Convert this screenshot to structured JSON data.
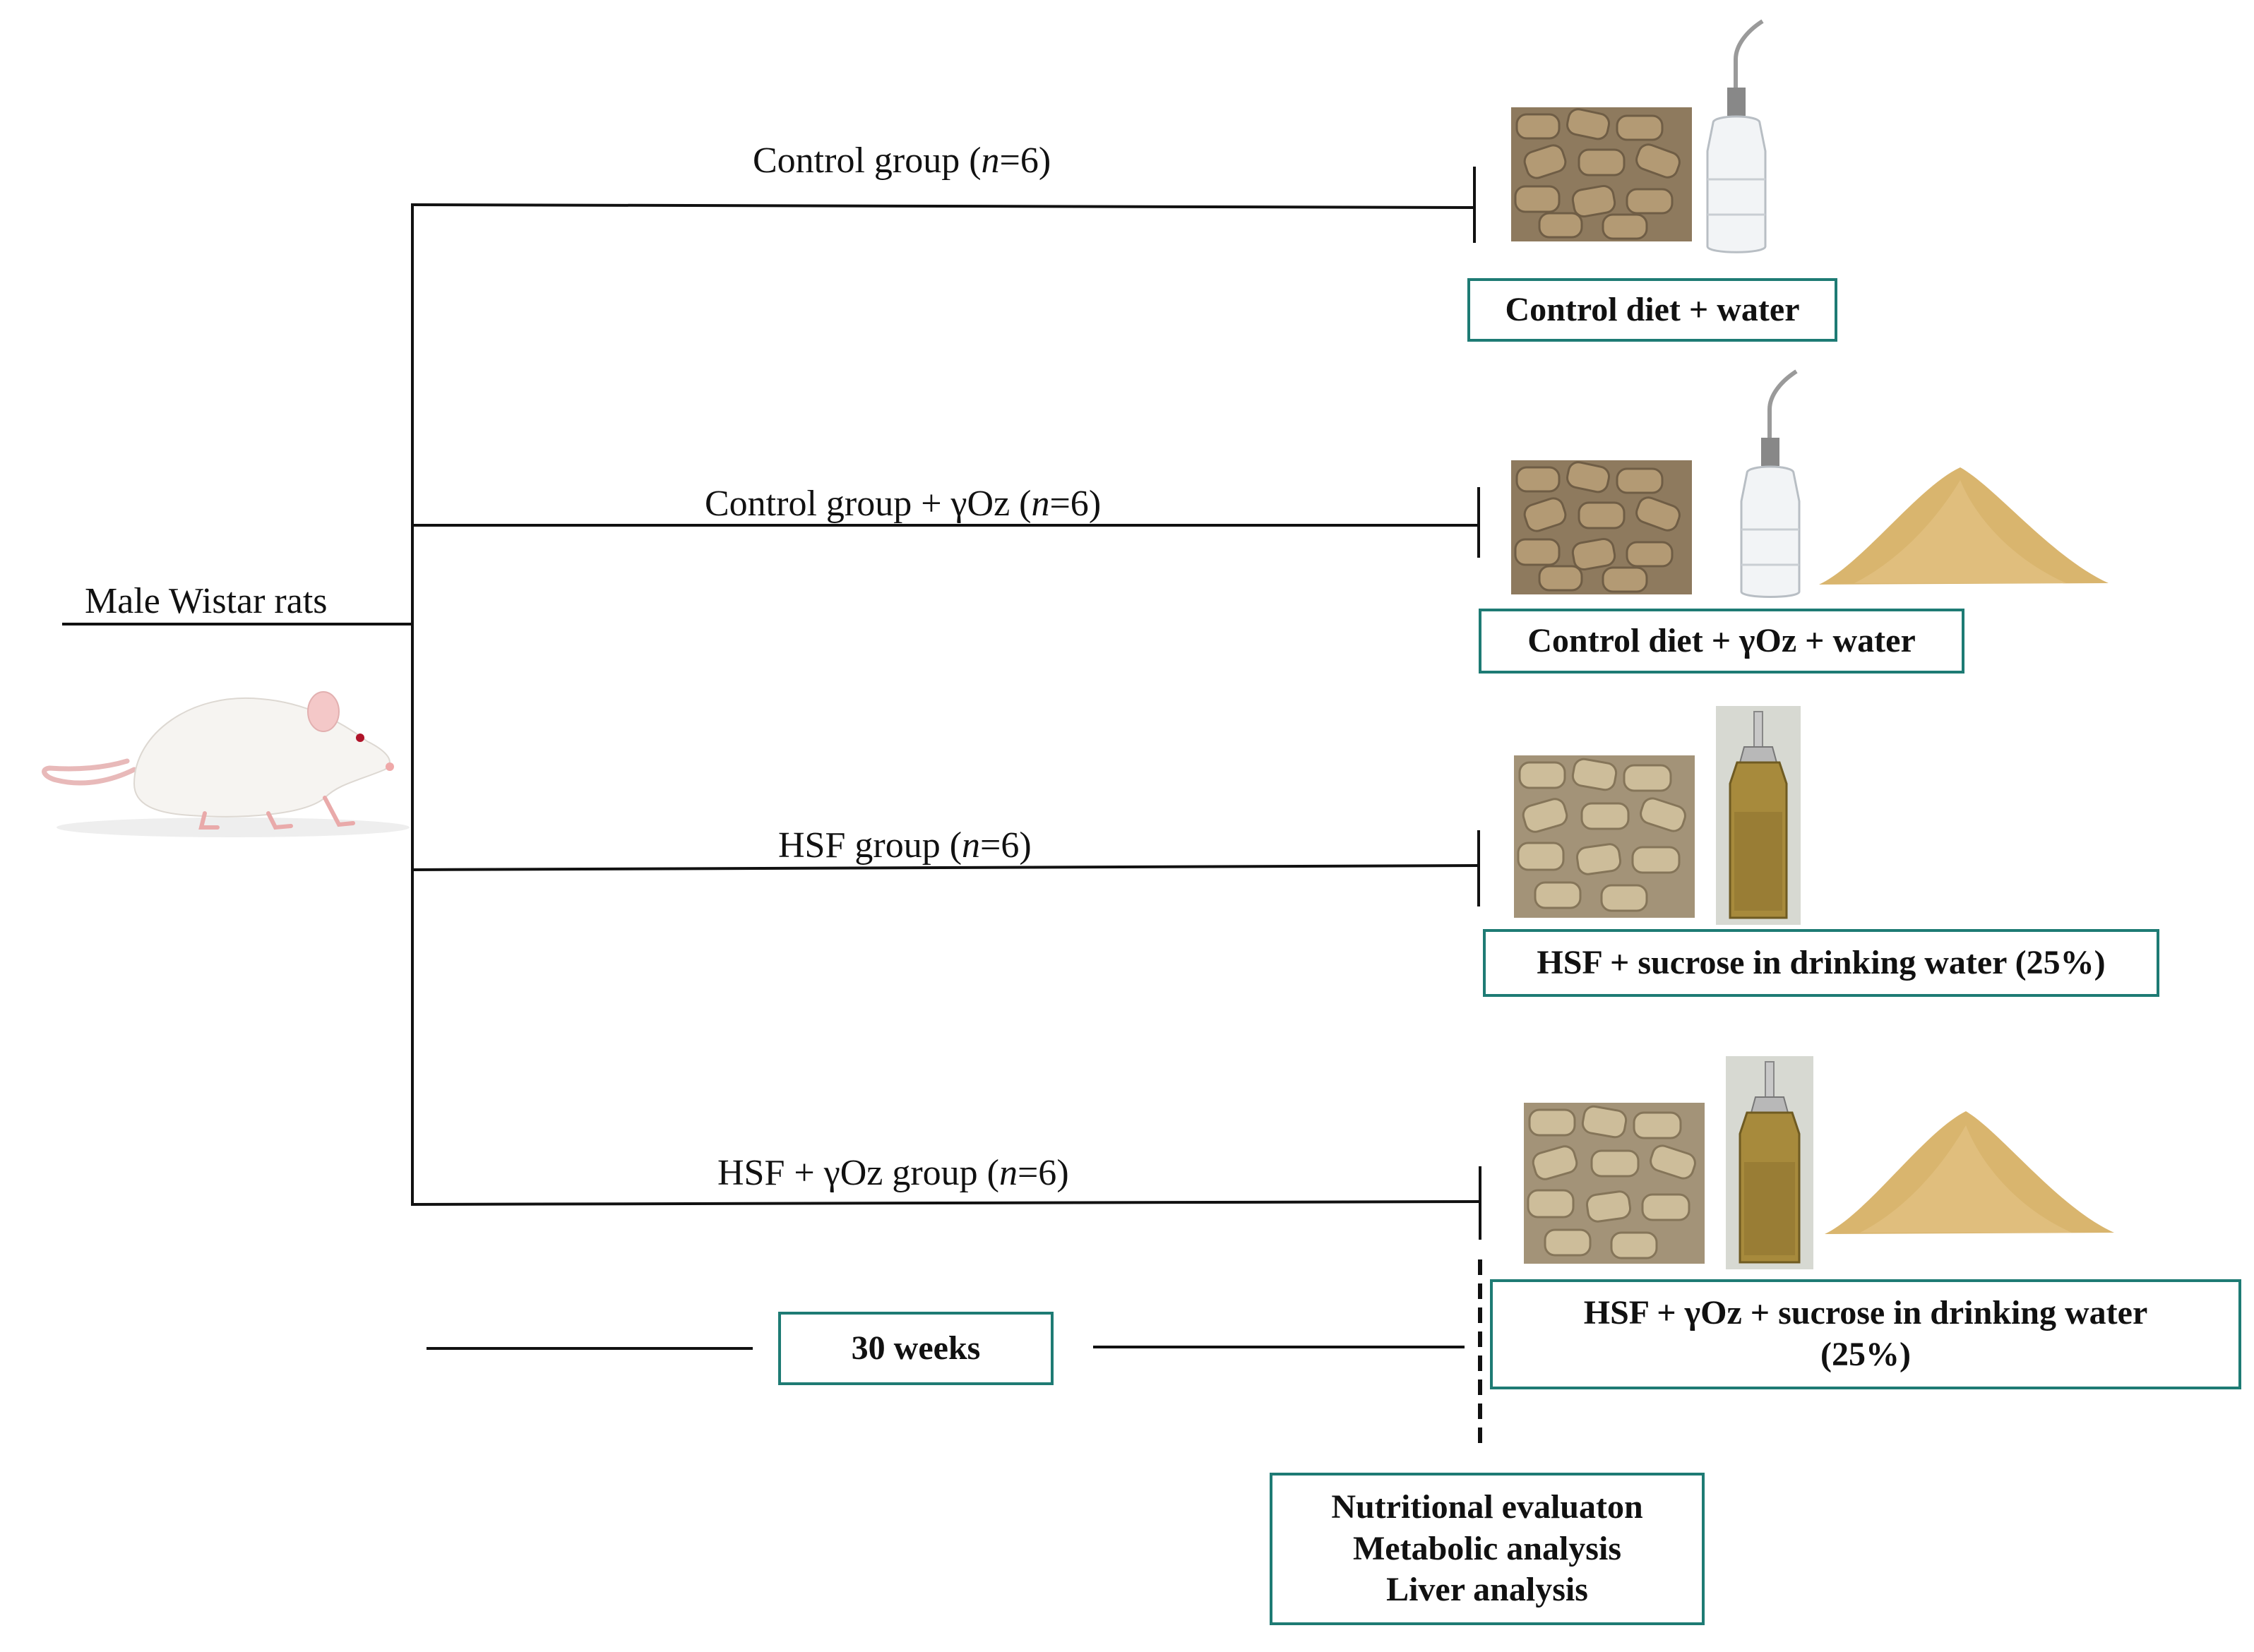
{
  "left_label": "Male Wistar rats",
  "groups": [
    {
      "name": "Control group",
      "n": "n",
      "eq": "=6",
      "open": "(",
      "close": ")",
      "diet": "Control diet + water"
    },
    {
      "name": "Control group + γOz",
      "n": "n",
      "eq": "=6",
      "open": "(",
      "close": ")",
      "diet": "Control diet + γOz  + water"
    },
    {
      "name": "HSF group",
      "n": "n",
      "eq": "=6",
      "open": "(",
      "close": ")",
      "diet": "HSF + sucrose in drinking water (25%)"
    },
    {
      "name": "HSF +  γOz group",
      "n": "n",
      "eq": "=6",
      "open": "(",
      "close": ")",
      "diet_line1": "HSF + γOz + sucrose in drinking water",
      "diet_line2": "(25%)"
    }
  ],
  "duration": "30 weeks",
  "outcomes": [
    "Nutritional evaluaton",
    "Metabolic analysis",
    "Liver analysis"
  ],
  "icons": [
    "rat-image",
    "pellets-image",
    "water-bottle-image",
    "sucrose-bottle-image",
    "powder-pile-image"
  ],
  "colors": {
    "box_border": "#1e7b74",
    "line": "#111111",
    "pellet": "#a88f6a",
    "powder": "#d9b56e"
  }
}
